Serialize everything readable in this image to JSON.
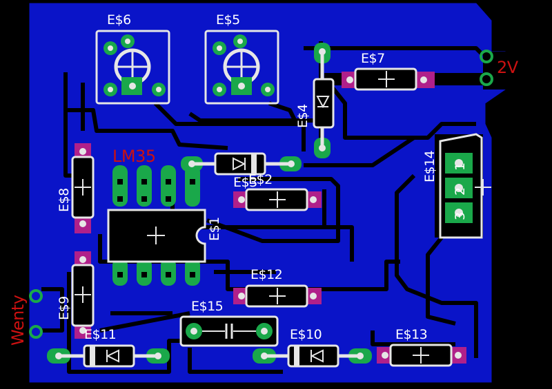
{
  "board": {
    "colors": {
      "background": "#000000",
      "copper_fill": "#0a14c8",
      "trace_clearance": "#000000",
      "pad_green": "#1aa84a",
      "pad_purple": "#b0208a",
      "silkscreen": "#e6e6e6",
      "net_label": "#cc1111"
    },
    "components": [
      {
        "ref": "E$6",
        "kind": "trimmer-potentiometer"
      },
      {
        "ref": "E$5",
        "kind": "trimmer-potentiometer"
      },
      {
        "ref": "E$7",
        "kind": "resistor"
      },
      {
        "ref": "E$4",
        "kind": "diode"
      },
      {
        "ref": "E$8",
        "kind": "resistor"
      },
      {
        "ref": "E$1",
        "kind": "ic-dip8"
      },
      {
        "ref": "E$2",
        "kind": "diode"
      },
      {
        "ref": "E$3",
        "kind": "resistor"
      },
      {
        "ref": "E$14",
        "kind": "three-pin-connector",
        "pins": [
          "1",
          "2",
          "3"
        ]
      },
      {
        "ref": "E$12",
        "kind": "resistor"
      },
      {
        "ref": "E$9",
        "kind": "resistor"
      },
      {
        "ref": "E$15",
        "kind": "capacitor"
      },
      {
        "ref": "E$11",
        "kind": "diode"
      },
      {
        "ref": "E$10",
        "kind": "diode"
      },
      {
        "ref": "E$13",
        "kind": "resistor"
      }
    ],
    "labels": {
      "e6": "E$6",
      "e5": "E$5",
      "e7": "E$7",
      "e4": "E$4",
      "e8": "E$8",
      "e1": "E$1",
      "e2": "E$2",
      "e3": "E$3",
      "e14": "E$14",
      "e12": "E$12",
      "e9": "E$9",
      "e15": "E$15",
      "e11": "E$11",
      "e10": "E$10",
      "e13": "E$13",
      "lm35": "LM35",
      "twelve_v": "2V",
      "twenty": "Wenty",
      "pin1": "1",
      "pin2": "2",
      "pin3": "3"
    }
  }
}
